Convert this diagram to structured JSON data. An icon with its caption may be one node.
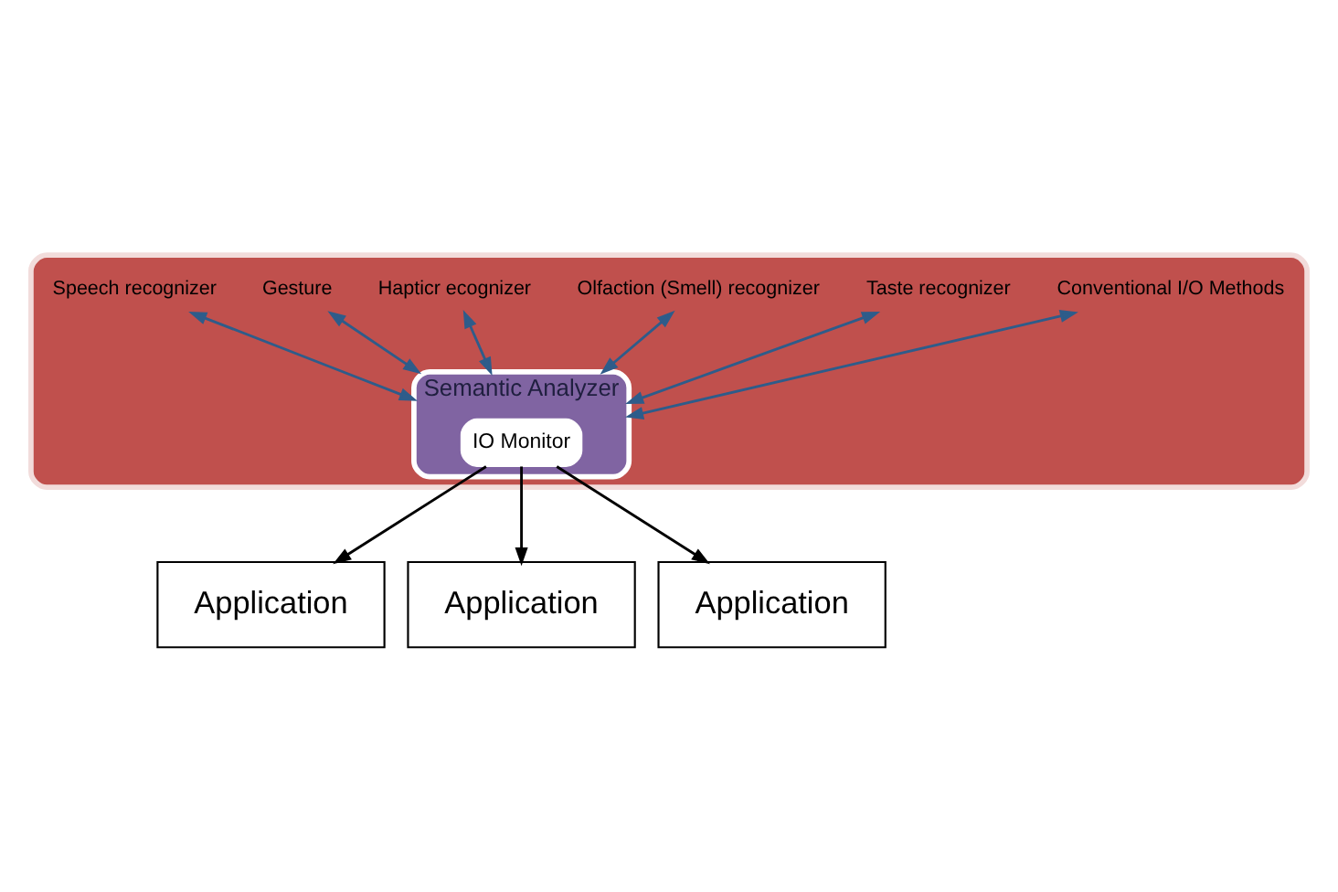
{
  "diagram": {
    "nodes": [
      {
        "text": [],
        "shape": "band"
      },
      {
        "text": [
          "Speech recognizer"
        ],
        "in": 0
      },
      {
        "text": [
          "Gesture"
        ],
        "in": 0
      },
      {
        "text": [
          "Hapticr ecognizer"
        ],
        "in": 0
      },
      {
        "text": [
          "Olfaction (Smell) recognizer"
        ],
        "in": 0
      },
      {
        "text": [
          "Taste recognizer"
        ],
        "in": 0
      },
      {
        "text": [
          "Conventional I/O Methods"
        ],
        "in": 0
      },
      {
        "text": [
          "Semantic Analyzer"
        ],
        "in": 0
      },
      {
        "text": [
          "IO Monitor"
        ],
        "in": 7
      },
      {
        "text": [
          "Application"
        ]
      },
      {
        "text": [
          "Application"
        ]
      },
      {
        "text": [
          "Application"
        ]
      }
    ],
    "edges": [
      {
        "from": 1,
        "to": 7,
        "arrow": "both"
      },
      {
        "from": 2,
        "to": 7,
        "arrow": "both"
      },
      {
        "from": 3,
        "to": 7,
        "arrow": "both"
      },
      {
        "from": 4,
        "to": 7,
        "arrow": "both"
      },
      {
        "from": 5,
        "to": 7,
        "arrow": "both"
      },
      {
        "from": 6,
        "to": 7,
        "arrow": "both"
      },
      {
        "from": 8,
        "to": 9,
        "arrow": "to",
        "color": "#000000"
      },
      {
        "from": 8,
        "to": 10,
        "arrow": "to",
        "color": "#000000"
      },
      {
        "from": 8,
        "to": 11,
        "arrow": "to",
        "color": "#000000"
      }
    ]
  }
}
